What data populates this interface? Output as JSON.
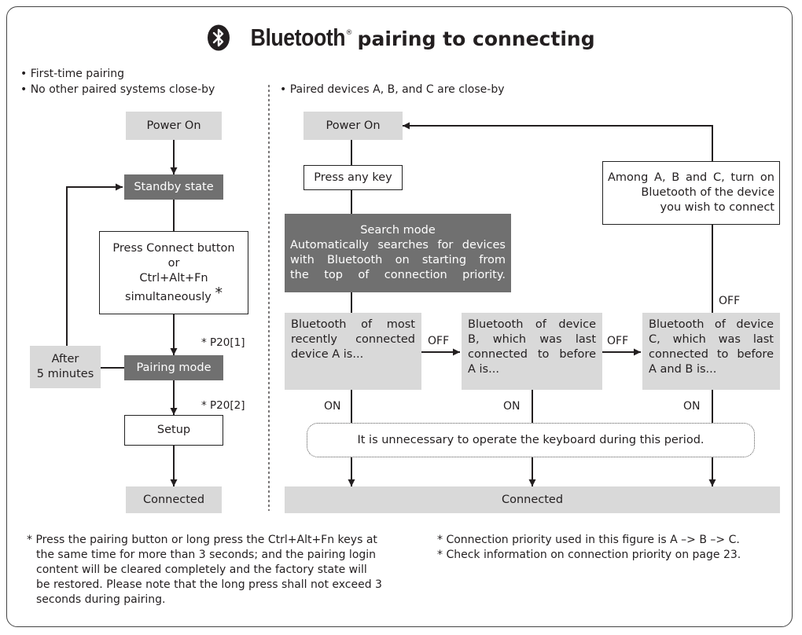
{
  "title": {
    "brand": "Bluetooth",
    "reg_mark": "®",
    "rest": "pairing to connecting"
  },
  "left": {
    "condition_1": "• First-time pairing",
    "condition_2": "• No other paired systems close-by",
    "power_on": "Power On",
    "standby": "Standby state",
    "press_connect_1": "Press Connect button",
    "press_connect_or": "or",
    "press_connect_2": "Ctrl+Alt+Fn",
    "press_connect_3": "simultaneously",
    "asterisk": "*",
    "ref_1": "* P20[1]",
    "after_1": "After",
    "after_2": "5 minutes",
    "pairing_mode": "Pairing mode",
    "ref_2": "* P20[2]",
    "setup": "Setup",
    "connected": "Connected"
  },
  "right": {
    "condition": "• Paired devices A, B, and C are close-by",
    "power_on": "Power On",
    "press_any_key": "Press any key",
    "search_title": "Search mode",
    "search_desc_1": "Automatically searches for devices",
    "search_desc_2": "with Bluetooth on starting from",
    "search_desc_3": "the top of connection priority.",
    "among_1": "Among A, B and C, turn on",
    "among_2": "Bluetooth of the device",
    "among_3": "you wish to connect",
    "device_a_1": "Bluetooth of most",
    "device_a_2": "recently connected",
    "device_a_3": "device A is...",
    "device_b_1": "Bluetooth of device",
    "device_b_2": "B, which was last",
    "device_b_3": "connected to before",
    "device_b_4": "A is...",
    "device_c_1": "Bluetooth of device",
    "device_c_2": "C, which was last",
    "device_c_3": "connected to before",
    "device_c_4": "A and B is...",
    "off_1": "OFF",
    "off_2": "OFF",
    "off_3": "OFF",
    "on_a": "ON",
    "on_b": "ON",
    "on_c": "ON",
    "note": "It is unnecessary to operate the keyboard during this period.",
    "connected": "Connected"
  },
  "footnotes": {
    "left_1": "* Press the pairing button or long press the Ctrl+Alt+Fn keys at",
    "left_2": "the same time for more than 3 seconds; and the pairing login",
    "left_3": "content will be cleared completely and the factory state will",
    "left_4": "be restored. Please note that the long press shall not exceed 3",
    "left_5": "seconds during pairing.",
    "right_1": "* Connection priority used in this figure is A –> B –> C.",
    "right_2": "* Check information on connection priority on page 23."
  },
  "colors": {
    "gray_box": "#d9d9d9",
    "dark_box": "#707070",
    "line": "#231f20"
  }
}
